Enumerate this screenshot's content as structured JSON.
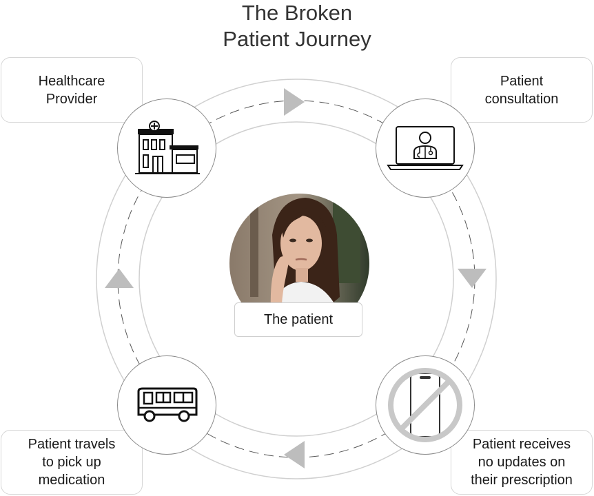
{
  "title": {
    "line1": "The Broken",
    "line2": "Patient Journey"
  },
  "steps": [
    {
      "line1": "Healthcare",
      "line2": "Provider",
      "icon": "hospital-icon"
    },
    {
      "line1": "Patient",
      "line2": "consultation",
      "icon": "laptop-doctor-icon"
    },
    {
      "line1": "Patient receives",
      "line2": "no updates on",
      "line3": "their prescription",
      "icon": "no-phone-icon"
    },
    {
      "line1": "Patient travels",
      "line2": "to pick up",
      "line3": "medication",
      "icon": "bus-icon"
    }
  ],
  "center": {
    "label": "The patient",
    "image": "patient-photo"
  },
  "colors": {
    "ring": "#d0d0d0",
    "arrow": "#bdbdbd",
    "node_border": "#8a8a8a",
    "box_border": "#d6d6d6"
  }
}
